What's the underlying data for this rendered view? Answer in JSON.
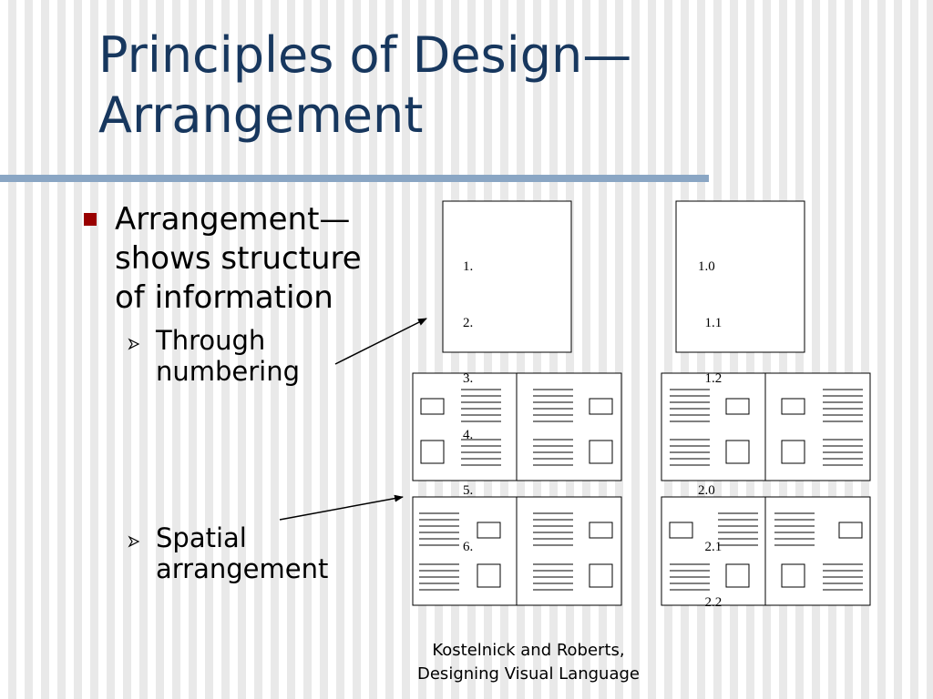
{
  "slide": {
    "title_line1": "Principles of Design—",
    "title_line2": "Arrangement",
    "bullet": {
      "line1": "Arrangement—",
      "line2": "shows structure",
      "line3": "of information"
    },
    "sub1": {
      "line1": "Through",
      "line2": "numbering"
    },
    "sub2": {
      "line1": "Spatial",
      "line2": "arrangement"
    },
    "list_simple": [
      "1.",
      "2.",
      "3.",
      "4.",
      "5.",
      "6."
    ],
    "list_nested": [
      "1.0",
      "  1.1",
      "  1.2",
      "",
      "2.0",
      "  2.1",
      "  2.2"
    ],
    "credit_line1": "Kostelnick and Roberts,",
    "credit_line2": "Designing Visual Language"
  },
  "colors": {
    "title": "#17375e",
    "rule": "#8aa6c4",
    "bullet": "#990000"
  }
}
